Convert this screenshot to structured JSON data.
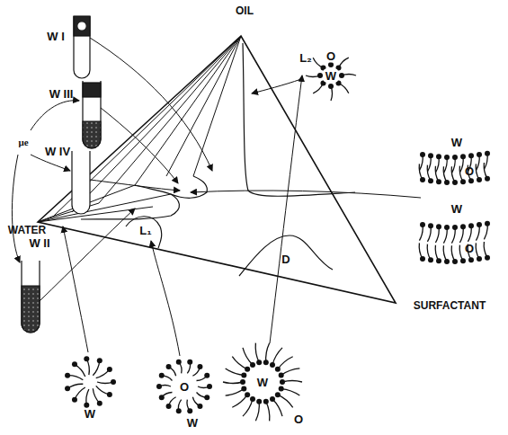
{
  "diagram": {
    "labels": [
      "OIL",
      "W I",
      "W III",
      "μe",
      "W IV",
      "W II",
      "WATER",
      "SURFACTANT",
      "L₂",
      "D",
      "L₁",
      "O",
      "W",
      "W",
      "O",
      "W",
      "O",
      "W",
      "O",
      "W",
      "W",
      "O"
    ]
  }
}
